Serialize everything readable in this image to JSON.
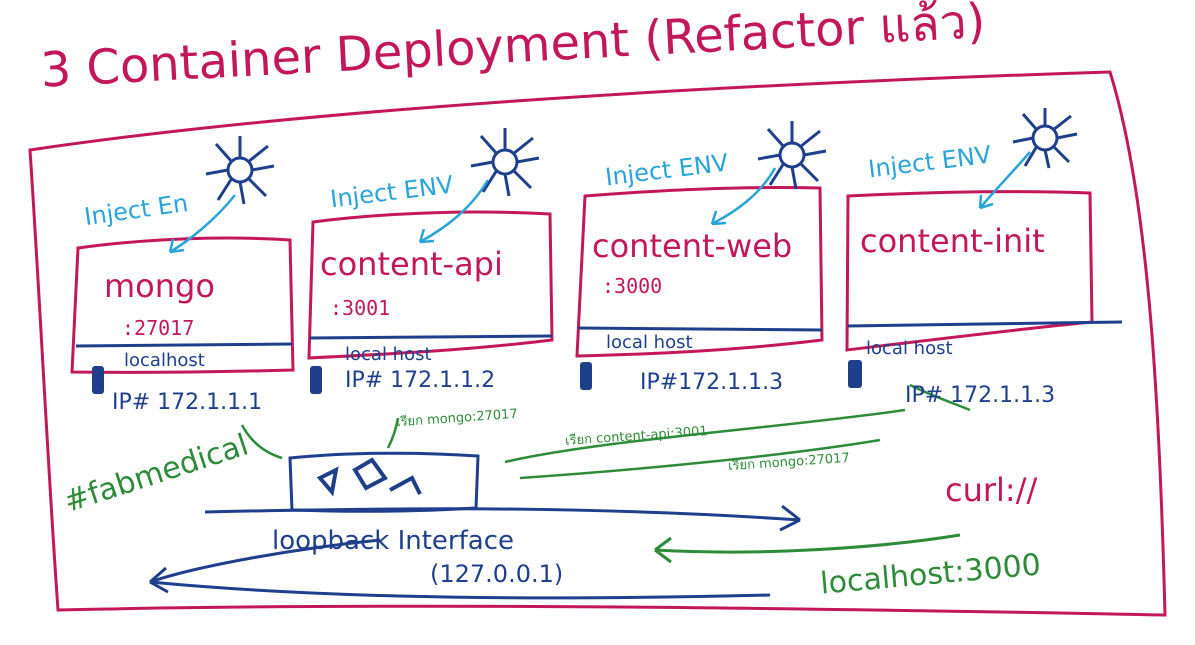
{
  "title": "3 Container Deployment (Refactor แล้ว)",
  "containers": [
    {
      "env_label": "Inject En",
      "name": "mongo",
      "port": ":27017",
      "host": "localhost",
      "ip": "IP# 172.1.1.1"
    },
    {
      "env_label": "Inject ENV",
      "name": "content-api",
      "port": ":3001",
      "host": "local host",
      "ip": "IP# 172.1.1.2"
    },
    {
      "env_label": "Inject ENV",
      "name": "content-web",
      "port": ":3000",
      "host": "local host",
      "ip": "IP#172.1.1.3"
    },
    {
      "env_label": "Inject ENV",
      "name": "content-init",
      "port": "",
      "host": "local host",
      "ip": "IP# 172.1.1.3"
    }
  ],
  "connections": [
    {
      "label": "เรียก mongo:27017"
    },
    {
      "label": "เรียก content-api:3001"
    },
    {
      "label": "เรียก mongo:27017"
    }
  ],
  "network_name": "#fabmedical",
  "loopback": {
    "label": "loopback Interface",
    "address": "(127.0.0.1)"
  },
  "client": {
    "command": "curl:// ",
    "target": "localhost:3000"
  },
  "colors": {
    "frame": "#c2185b",
    "container": "#1f3f8c",
    "env": "#29a3d8",
    "network": "#2e8b3a"
  },
  "icons": [
    "kubernetes-icon",
    "docker-network-icon",
    "network-port-icon"
  ]
}
